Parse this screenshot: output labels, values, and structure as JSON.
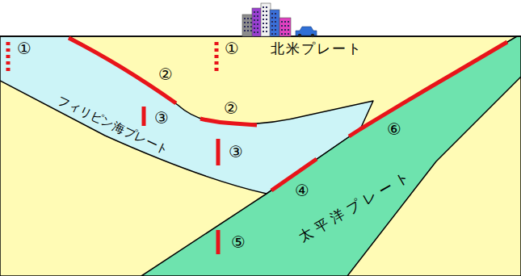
{
  "diagram": {
    "nodes": [
      {
        "text": [
          "北米プレート"
        ]
      },
      {
        "text": [
          "フィリピン海プレート"
        ]
      },
      {
        "text": [
          "太平洋プレート"
        ]
      }
    ],
    "labels": [
      "①",
      "①",
      "②",
      "②",
      "③",
      "③",
      "④",
      "⑤",
      "⑥"
    ]
  }
}
